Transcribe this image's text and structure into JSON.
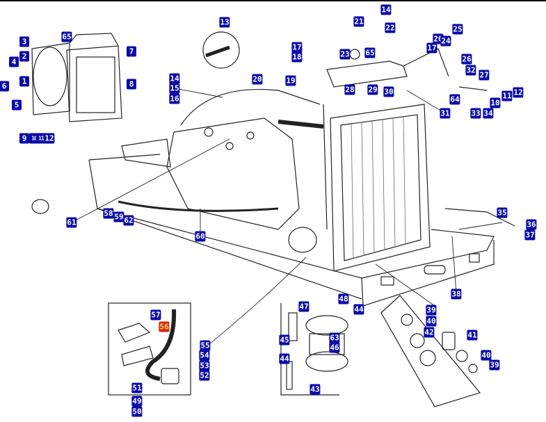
{
  "diagram": {
    "callout_color": "#0a0aa8",
    "highlight_color": "#d42a0a",
    "callouts": [
      {
        "label": "3"
      },
      {
        "label": "65"
      },
      {
        "label": "2"
      },
      {
        "label": "4"
      },
      {
        "label": "7"
      },
      {
        "label": "1"
      },
      {
        "label": "6"
      },
      {
        "label": "8"
      },
      {
        "label": "5"
      },
      {
        "label": "9"
      },
      {
        "label": "10"
      },
      {
        "label": "11"
      },
      {
        "label": "12"
      },
      {
        "label": "13"
      },
      {
        "label": "14"
      },
      {
        "label": "15"
      },
      {
        "label": "16"
      },
      {
        "label": "20"
      },
      {
        "label": "21"
      },
      {
        "label": "14"
      },
      {
        "label": "22"
      },
      {
        "label": "17"
      },
      {
        "label": "18"
      },
      {
        "label": "23"
      },
      {
        "label": "65"
      },
      {
        "label": "20"
      },
      {
        "label": "24"
      },
      {
        "label": "25"
      },
      {
        "label": "17"
      },
      {
        "label": "26"
      },
      {
        "label": "32"
      },
      {
        "label": "27"
      },
      {
        "label": "19"
      },
      {
        "label": "28"
      },
      {
        "label": "29"
      },
      {
        "label": "30"
      },
      {
        "label": "64"
      },
      {
        "label": "12"
      },
      {
        "label": "11"
      },
      {
        "label": "10"
      },
      {
        "label": "31"
      },
      {
        "label": "33"
      },
      {
        "label": "34"
      },
      {
        "label": "35"
      },
      {
        "label": "36"
      },
      {
        "label": "37"
      },
      {
        "label": "61"
      },
      {
        "label": "58"
      },
      {
        "label": "59"
      },
      {
        "label": "62"
      },
      {
        "label": "60"
      },
      {
        "label": "38"
      },
      {
        "label": "57"
      },
      {
        "label": "56",
        "highlighted": true
      },
      {
        "label": "48"
      },
      {
        "label": "47"
      },
      {
        "label": "44"
      },
      {
        "label": "39"
      },
      {
        "label": "40"
      },
      {
        "label": "42"
      },
      {
        "label": "63"
      },
      {
        "label": "46"
      },
      {
        "label": "41"
      },
      {
        "label": "45"
      },
      {
        "label": "55"
      },
      {
        "label": "54"
      },
      {
        "label": "53"
      },
      {
        "label": "52"
      },
      {
        "label": "44"
      },
      {
        "label": "40"
      },
      {
        "label": "39"
      },
      {
        "label": "51"
      },
      {
        "label": "43"
      },
      {
        "label": "49"
      },
      {
        "label": "50"
      }
    ]
  }
}
